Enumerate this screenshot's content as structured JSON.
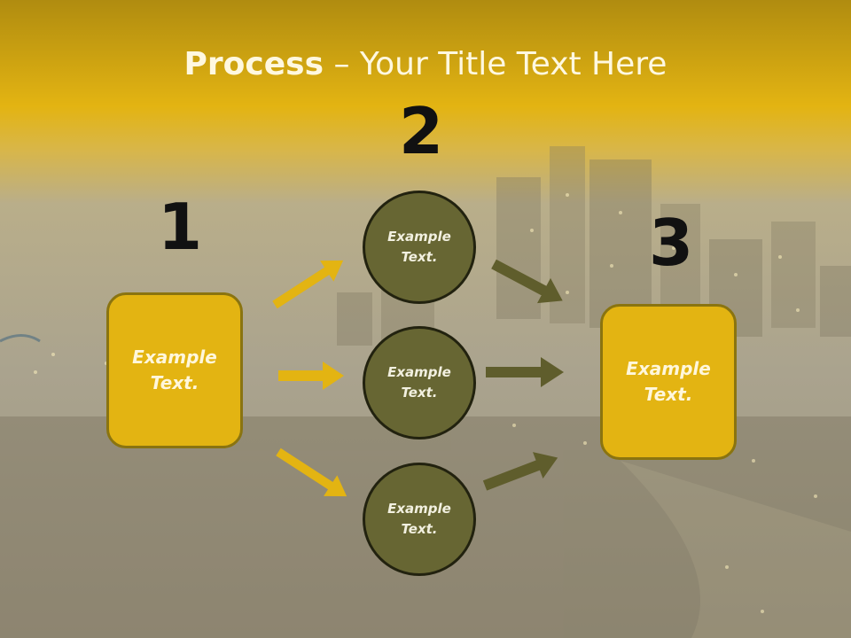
{
  "title": {
    "bold": "Process",
    "rest": " – Your Title Text Here"
  },
  "steps": [
    {
      "number": "1",
      "text": "Example\nText."
    },
    {
      "number": "2",
      "items": [
        {
          "text": "Example\nText."
        },
        {
          "text": "Example\nText."
        },
        {
          "text": "Example\nText."
        }
      ]
    },
    {
      "number": "3",
      "text": "Example\nText."
    }
  ],
  "colors": {
    "accent": "#e3b412",
    "circle": "#676633",
    "arrow_olive": "#5f5d2c"
  }
}
